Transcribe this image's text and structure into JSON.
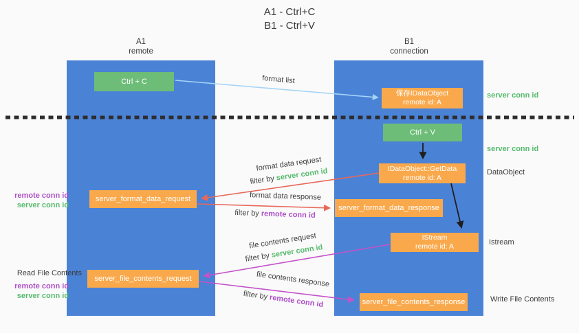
{
  "title": {
    "line1": "A1 - Ctrl+C",
    "line2": "B1 - Ctrl+V"
  },
  "lanes": {
    "a1": {
      "title": "A1",
      "subtitle": "remote"
    },
    "b1": {
      "title": "B1",
      "subtitle": "connection"
    }
  },
  "nodes": {
    "ctrl_c": {
      "label": "Ctrl + C"
    },
    "ctrl_v": {
      "label": "Ctrl + V"
    },
    "save_idataobject": {
      "line1": "保存IDataObject",
      "line2": "remote id: A"
    },
    "idataobject_getdata": {
      "line1": "IDataObject::GetData",
      "line2": "remote id: A"
    },
    "istream": {
      "line1": "IStream",
      "line2": "remote id: A"
    },
    "server_format_data_request": {
      "label": "server_format_data_request"
    },
    "server_format_data_response": {
      "label": "server_format_data_response"
    },
    "server_file_contents_request": {
      "label": "server_file_contents_request"
    },
    "server_file_contents_response": {
      "label": "server_file_contents_response"
    }
  },
  "arrow_labels": {
    "format_list": "format list",
    "format_data_request": "format data request",
    "format_data_response": "format data response",
    "file_contents_request": "file contents request",
    "file_contents_response": "file contents response",
    "filter_by": "filter by"
  },
  "side_labels": {
    "server_conn_id": "server conn id",
    "remote_conn_id": "remote conn id",
    "dataobject": "DataObject",
    "istream": "Istream",
    "read_file_contents": "Read File Contents",
    "write_file_contents": "Write File Contents"
  },
  "colors": {
    "lane_blue": "#4a82d6",
    "node_green": "#6dbd78",
    "node_orange": "#f9a94c",
    "text_green": "#57bb6e",
    "text_purple": "#ae4fc8",
    "arrow_red": "#e8685a",
    "arrow_magenta": "#c353c8",
    "arrow_lightblue": "#a5d5f5",
    "arrow_black": "#1f1f1f",
    "text_dark": "#3b3b3b",
    "background": "#fafafa"
  }
}
